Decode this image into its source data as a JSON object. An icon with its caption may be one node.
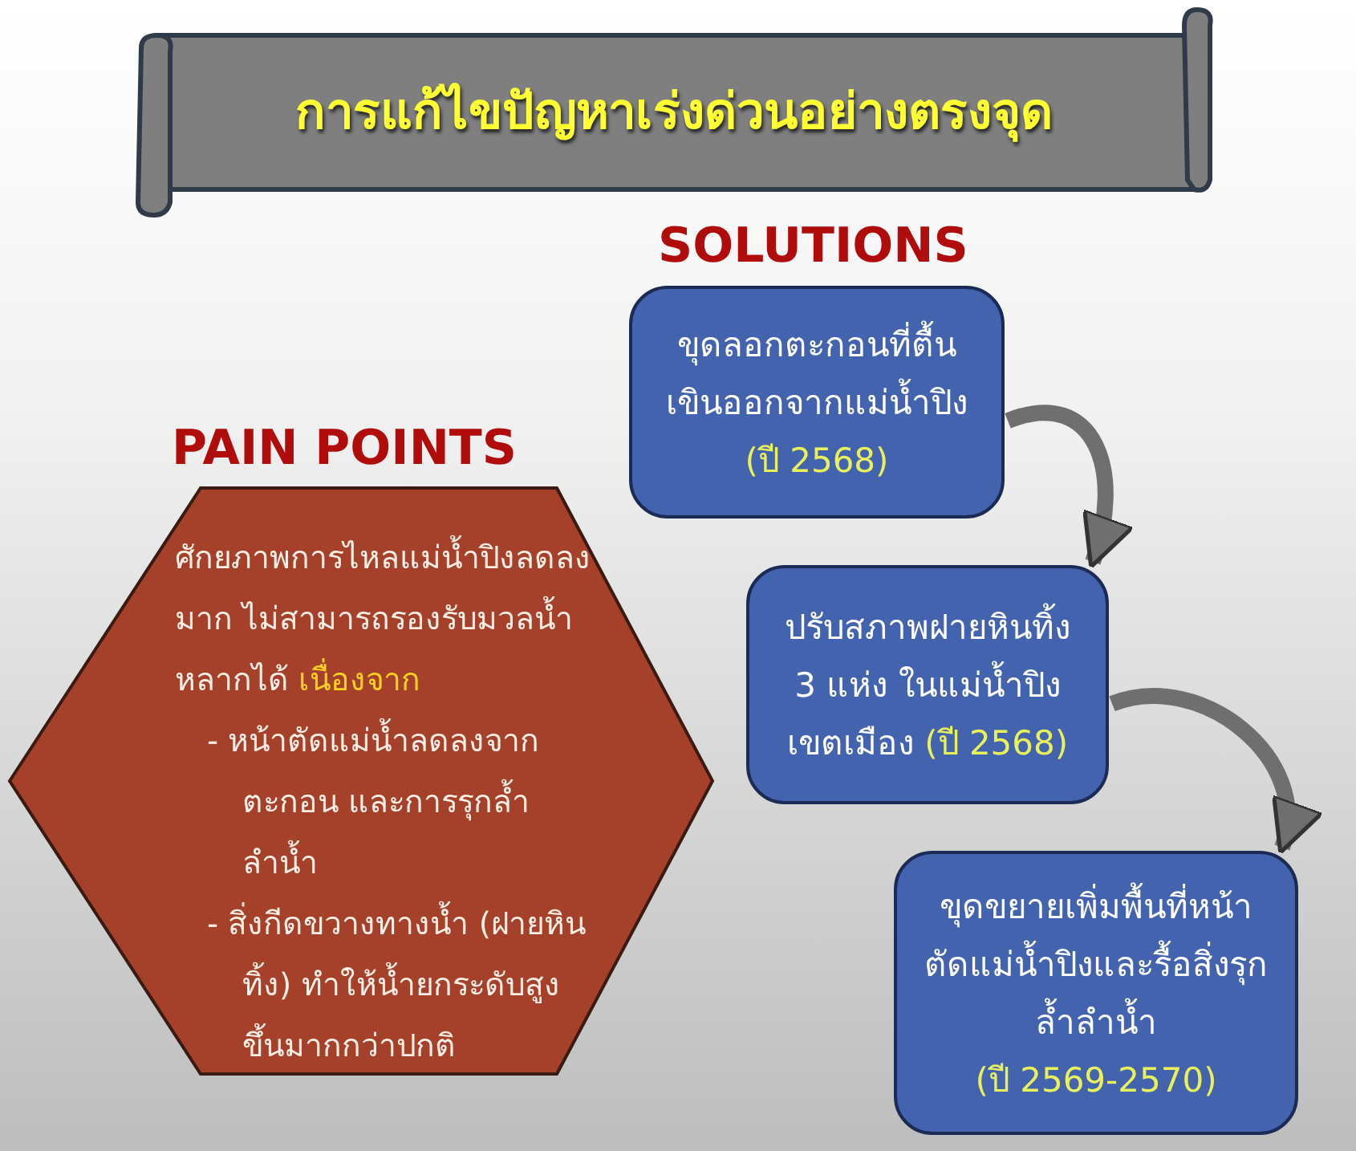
{
  "diagram": {
    "title": "การแก้ไขปัญหาเร่งด่วนอย่างตรงจุด",
    "nodes": [
      {
        "text": [
          "PAIN POINTS",
          "ศักยภาพการไหลแม่น้ำปิงลดลงมาก ไม่สามารถรองรับมวลน้ำหลากได้",
          "เนื่องจาก",
          "- หน้าตัดแม่น้ำลดลงจากตะกอน และการรุกล้ำลำน้ำ",
          "- สิ่งกีดขวางทางน้ำ (ฝายหินทิ้ง) ทำให้น้ำยกระดับสูงขึ้นมากกว่าปกติ"
        ]
      },
      {
        "text": [
          "ขุดลอกตะกอนที่ตื้นเขินออกจากแม่น้ำปิง",
          "(ปี 2568)"
        ]
      },
      {
        "text": [
          "ปรับสภาพฝายหินทิ้ง 3 แห่ง ในแม่น้ำปิงเขตเมือง",
          "(ปี 2568)"
        ]
      },
      {
        "text": [
          "ขุดขยายเพิ่มพื้นที่หน้าตัดแม่น้ำปิงและรื้อสิ่งรุกล้ำลำน้ำ",
          "(ปี 2569-2570)"
        ]
      }
    ],
    "edges": [
      {
        "from": 1,
        "to": 2,
        "arrow": "to"
      },
      {
        "from": 2,
        "to": 3,
        "arrow": "to"
      }
    ],
    "labels": [
      "SOLUTIONS"
    ]
  }
}
